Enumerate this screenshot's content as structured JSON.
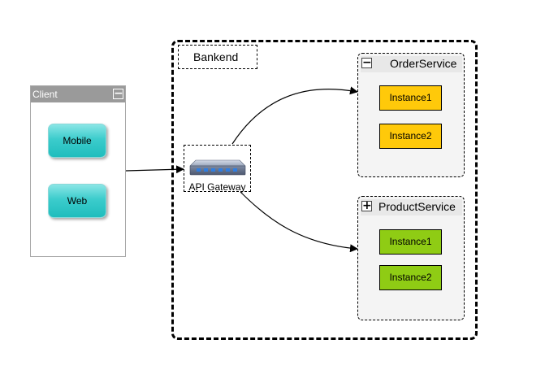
{
  "diagram": {
    "client": {
      "title": "Client",
      "toggle_symbol": "−",
      "items": [
        {
          "label": "Mobile"
        },
        {
          "label": "Web"
        }
      ]
    },
    "backend": {
      "label": "Bankend"
    },
    "gateway": {
      "label": "API Gateway",
      "icon": "network-switch-icon"
    },
    "order_service": {
      "title": "OrderService",
      "toggle_symbol": "−",
      "instances": [
        {
          "label": "Instance1"
        },
        {
          "label": "Instance2"
        }
      ]
    },
    "product_service": {
      "title": "ProductService",
      "toggle_symbol": "+",
      "instances": [
        {
          "label": "Instance1"
        },
        {
          "label": "Instance2"
        }
      ]
    },
    "colors": {
      "order_instance": "#ffc90a",
      "product_instance": "#8fcc14",
      "client_button": "#33cccc",
      "client_header": "#9a9a9a"
    }
  }
}
